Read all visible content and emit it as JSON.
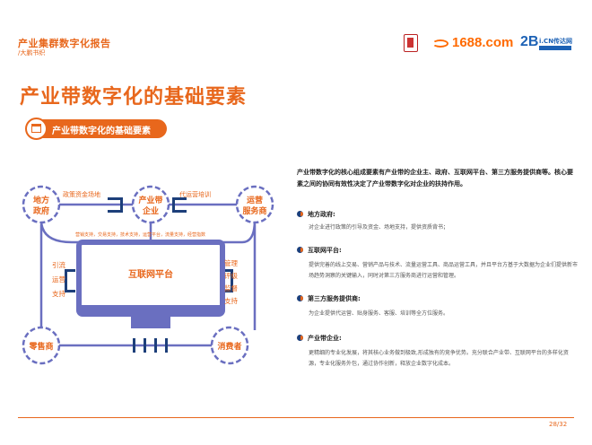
{
  "header": {
    "report_title": "产业集群数字化报告",
    "report_sub": "/大鹏书织",
    "logo_1688": "1688.com",
    "logo_2b": "2B",
    "logo_2b_sub": "i.CN传达网"
  },
  "main_title": "产业带数字化的基础要素",
  "section_label": "产业带数字化的基础要素",
  "diagram": {
    "node_gov": [
      "地方",
      "政府"
    ],
    "node_ent": [
      "产业带",
      "企业"
    ],
    "node_ops": [
      "运营",
      "服务商"
    ],
    "node_retail": "零售商",
    "node_consumer": "消费者",
    "platform": "互联网平台",
    "gov_ent_link": "政策资金场地",
    "ent_ops_link": "代运营培训",
    "services_line": "营销支持，交易支持，技术支持，运营平台，流量支持，经营指数",
    "left_labels": [
      "引流",
      "运营",
      "支持"
    ],
    "right_labels": [
      "管理",
      "评级",
      "监督",
      "支持"
    ]
  },
  "intro": "产业带数字化的核心组成要素有产业带的企业主、政府、互联网平台、第三方服务提供商等。核心要素之间的协同有效性决定了产业带数字化对企业的扶持作用。",
  "bullets": [
    {
      "title": "地方政府:",
      "body": "对企业进行政策的引导及资金、场地支持，提供资质背书；"
    },
    {
      "title": "互联网平台:",
      "body": "提供完善的线上交易、营销产品与技术、流量运营工具、商品运营工具，并且平台方基于大数据为企业们提供新市场趋势洞察的关键输入，同时对第三方服务商进行运营和管理。"
    },
    {
      "title": "第三方服务提供商:",
      "body": "为企业提供代运营、贴身服务、客服、培训等全方位服务。"
    },
    {
      "title": "产业带企业:",
      "body": "更精细的专业化发展，将其核心业务做到极致,形成独有的竞争优势。充分联合产业带、互联网平台的多样化资源，专业化服务外包，通过协作创新，释放企业数字化成本。"
    }
  ],
  "page_number": "28/32",
  "colors": {
    "accent": "#e8671c",
    "navy": "#1d3f7a",
    "frame": "#6a6fc0"
  }
}
